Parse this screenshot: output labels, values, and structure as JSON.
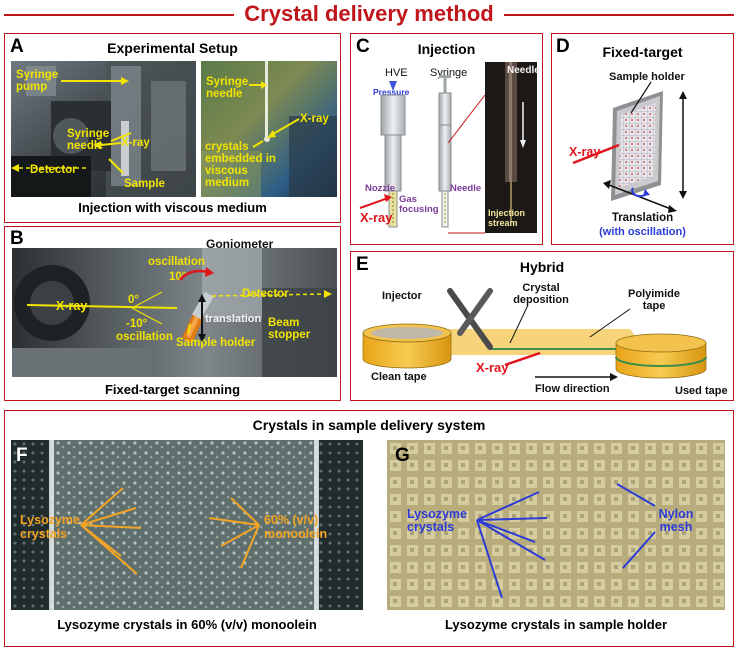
{
  "main_title": "Crystal delivery method",
  "panels": {
    "A": {
      "letter": "A",
      "title": "Experimental Setup",
      "caption": "Injection with viscous medium",
      "labels": {
        "syringe_pump": "Syringe pump",
        "syringe_needle_left": "Syringe needle",
        "xray_left": "X-ray",
        "detector": "Detector",
        "sample": "Sample",
        "syringe_needle_right": "Syringe needle",
        "xray_right": "X-ray",
        "crystals_embedded": "crystals embedded in viscous medium"
      }
    },
    "B": {
      "letter": "B",
      "caption": "Fixed-target scanning",
      "labels": {
        "goniometer": "Goniometer",
        "oscillation_top": "oscillation",
        "angle_pos": "10°",
        "angle_zero": "0°",
        "angle_neg": "-10°",
        "oscillation_bottom": "oscillation",
        "xray": "X-ray",
        "detector": "Detector",
        "translation": "translation",
        "beam_stopper": "Beam stopper",
        "sample_holder": "Sample holder"
      }
    },
    "C": {
      "letter": "C",
      "title": "Injection",
      "labels": {
        "hve": "HVE",
        "pressure": "Pressure",
        "syringe": "Syringe",
        "needle_photo": "Needle",
        "nozzle": "Nozzle",
        "gas_focusing": "Gas focusing",
        "needle": "Needle",
        "xray": "X-ray",
        "injection_stream": "Injection stream"
      }
    },
    "D": {
      "letter": "D",
      "title": "Fixed-target",
      "labels": {
        "sample_holder": "Sample holder",
        "xray": "X-ray",
        "translation": "Translation",
        "with_oscillation": "(with oscillation)"
      }
    },
    "E": {
      "letter": "E",
      "title": "Hybrid",
      "labels": {
        "injector": "Injector",
        "crystal_deposition": "Crystal deposition",
        "polyimide_tape": "Polyimide tape",
        "clean_tape": "Clean tape",
        "xray": "X-ray",
        "flow_direction": "Flow direction",
        "used_tape": "Used tape"
      }
    },
    "bottom": {
      "title": "Crystals in sample delivery system",
      "F": {
        "letter": "F",
        "caption": "Lysozyme crystals in 60% (v/v) monoolein",
        "labels": {
          "lysozyme": "Lysozyme crystals",
          "monoolein": "60% (v/v) monoolein"
        }
      },
      "G": {
        "letter": "G",
        "caption": "Lysozyme crystals in sample holder",
        "labels": {
          "lysozyme": "Lysozyme crystals",
          "nylon": "Nylon mesh"
        }
      }
    }
  },
  "colors": {
    "frame": "#c0161b",
    "label_yellow": "#f2e400",
    "xray_red": "#e0141b",
    "note_purple": "#7b3b98",
    "note_blue": "#2b3bd6",
    "label_orange": "#f3a423",
    "tape_gold": "#f0b323"
  }
}
